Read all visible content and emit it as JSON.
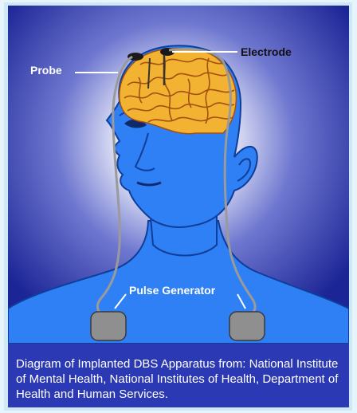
{
  "diagram": {
    "labels": {
      "probe": "Probe",
      "electrode": "Electrode",
      "pulse_generator": "Pulse Generator"
    },
    "colors": {
      "skin": "#2f7ff5",
      "skin_outline": "#0f3e99",
      "brain": "#f2b332",
      "brain_folds": "#a4500f",
      "lead_wire": "#9a9a9a",
      "generator": "#8f8f8f",
      "halo": "#ffffff",
      "background": "#1c2596"
    }
  },
  "caption": {
    "text": "Diagram of Implanted DBS Apparatus from: National Institute of Mental Health, National Institutes of Health, Department of Health and Human Services.",
    "background": "#2b3ab4"
  }
}
